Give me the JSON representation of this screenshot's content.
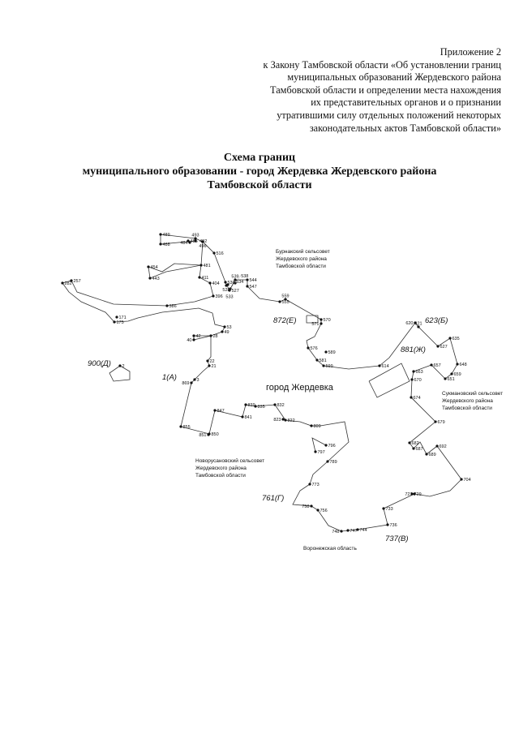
{
  "appendix": {
    "lines": [
      "Приложение 2",
      "к Закону Тамбовской области «Об установлении границ",
      "муниципальных образований Жердевского района",
      "Тамбовской области и определении места нахождения",
      "их представительных органов и о признании",
      "утратившими силу отдельных положений некоторых",
      "законодательных актов Тамбовской области»"
    ]
  },
  "title": {
    "lines": [
      "Схема границ",
      "муниципального образовании - город Жердевка Жердевского района",
      "Тамбовской области"
    ]
  },
  "map": {
    "city": "город Жердевка",
    "regions": {
      "burnak": [
        "Бурнакский сельсовет",
        "Жердевского района",
        "Тамбовской области"
      ],
      "sukman": [
        "Сукмановский сельсовет",
        "Жердевского района",
        "Тамбовской области"
      ],
      "novorusanov": [
        "Новорусановский сельсовет",
        "Жердевского района",
        "Тамбовской области"
      ],
      "voronezh": [
        "Воронежская область"
      ]
    },
    "key_points": {
      "A": "1(А)",
      "B": "623(Б)",
      "V": "737(В)",
      "G": "761(Г)",
      "D": "900(Д)",
      "E": "872(Е)",
      "Zh": "881(Ж)"
    },
    "points": [
      "489",
      "488",
      "485",
      "484",
      "493",
      "492",
      "496",
      "516",
      "481",
      "454",
      "443",
      "411",
      "404",
      "530",
      "528",
      "527",
      "533",
      "534",
      "539",
      "538",
      "544",
      "547",
      "396",
      "386",
      "282",
      "257",
      "171",
      "175",
      "53",
      "49",
      "28",
      "42",
      "40",
      "22",
      "21",
      "3",
      "869",
      "2",
      "555",
      "559",
      "570",
      "571",
      "576",
      "589",
      "581",
      "599",
      "614",
      "620",
      "621",
      "627",
      "635",
      "648",
      "659",
      "651",
      "657",
      "663",
      "670",
      "674",
      "679",
      "682",
      "687",
      "689",
      "692",
      "704",
      "729",
      "727",
      "733",
      "736",
      "744",
      "747",
      "748",
      "756",
      "758",
      "773",
      "789",
      "797",
      "796",
      "809",
      "822",
      "823",
      "832",
      "835",
      "839",
      "841",
      "847",
      "850",
      "851",
      "855"
    ]
  }
}
